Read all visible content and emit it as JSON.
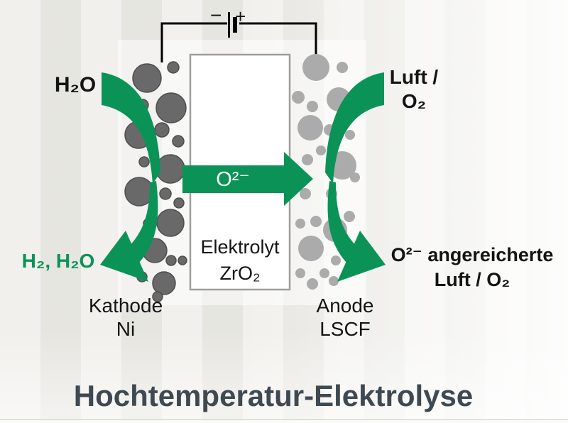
{
  "title": "Hochtemperatur-Elektrolyse",
  "circuit": {
    "minus": "−",
    "plus": "+"
  },
  "cathode": {
    "inflow": "H₂O",
    "outflow": "H₂, H₂O",
    "name": "Kathode",
    "material": "Ni"
  },
  "anode": {
    "inflow_line1": "Luft /",
    "inflow_line2": "O₂",
    "outflow_line1": "O²⁻ angereicherte",
    "outflow_line2": "Luft / O₂",
    "name": "Anode",
    "material": "LSCF"
  },
  "electrolyte": {
    "name": "Elektrolyt",
    "material": "ZrO₂"
  },
  "ion_flow": {
    "label": "O²⁻"
  },
  "colors": {
    "arrow_green": "#0b9357",
    "title_gray": "#3e4951",
    "cathode_particle": "#696969",
    "anode_particle": "#ababab",
    "background": "#ebeae4"
  }
}
